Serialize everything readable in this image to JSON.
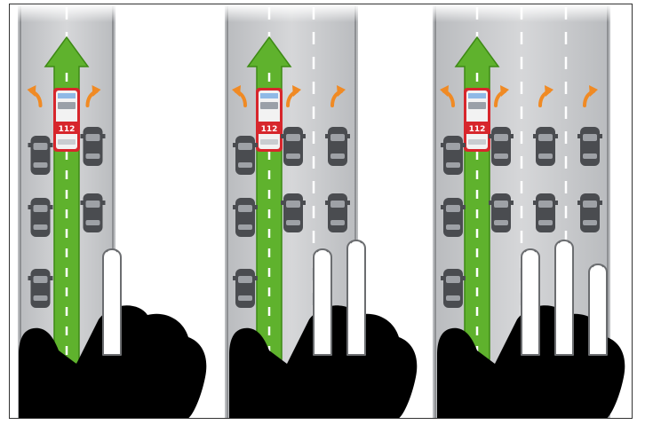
{
  "figure": {
    "background": "#ffffff",
    "colors": {
      "road": "#cfd0d2",
      "road_edge": "#8e9093",
      "lane_marking": "#ffffff",
      "rescue_lane": "#5fb22d",
      "rescue_lane_edge": "#3d8a14",
      "car_body": "#4a4c50",
      "car_glass": "#9ea1a6",
      "ambulance_body": "#f2f2f2",
      "ambulance_red": "#d7262c",
      "turn_arrow": "#f08a24",
      "hand_fill": "#ffffff",
      "hand_outline": "#6b6d70"
    },
    "ambulance": {
      "number_text": "112"
    },
    "panels": [
      {
        "name": "two-lane-road",
        "lanes": 2,
        "fingers_shown": 1
      },
      {
        "name": "three-lane-road",
        "lanes": 3,
        "fingers_shown": 2
      },
      {
        "name": "four-lane-road",
        "lanes": 4,
        "fingers_shown": 3
      }
    ]
  }
}
